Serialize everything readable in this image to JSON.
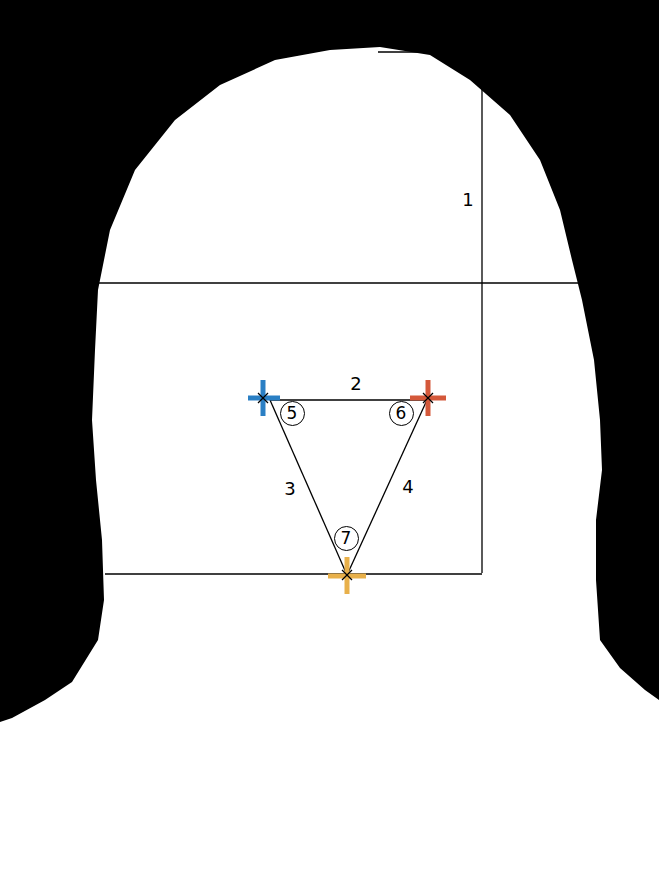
{
  "diagram": {
    "nodes": [
      {
        "text": [
          "5"
        ]
      },
      {
        "text": [
          "6"
        ]
      },
      {
        "text": [
          "7"
        ]
      }
    ],
    "labels": [
      "1",
      "2",
      "3",
      "4"
    ]
  }
}
